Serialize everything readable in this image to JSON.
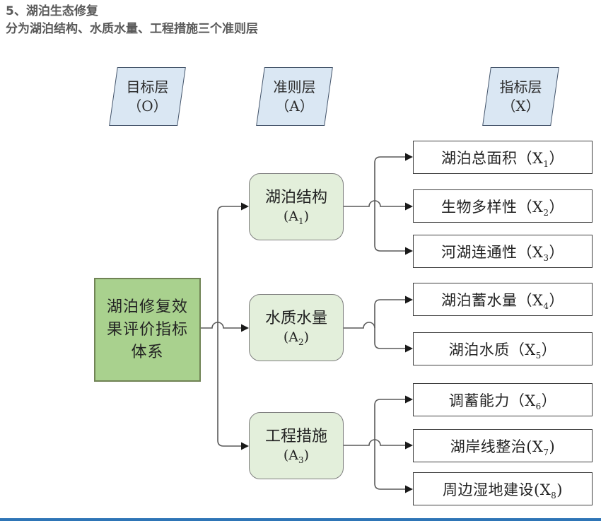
{
  "page": {
    "title": "5、湖泊生态修复",
    "subtitle": "分为湖泊结构、水质水量、工程措施三个准则层"
  },
  "layers": [
    {
      "name": "目标层",
      "code": "（O）"
    },
    {
      "name": "准则层",
      "code": "（A）"
    },
    {
      "name": "指标层",
      "code": "（X）"
    }
  ],
  "goal": {
    "lines": [
      "湖泊修复效",
      "果评价指标",
      "体系"
    ]
  },
  "criteria": [
    {
      "name": "湖泊结构",
      "code_prefix": "(A",
      "code_sub": "1",
      "code_suffix": ")"
    },
    {
      "name": "水质水量",
      "code_prefix": "(A",
      "code_sub": "2",
      "code_suffix": ")"
    },
    {
      "name": "工程措施",
      "code_prefix": "(A",
      "code_sub": "3",
      "code_suffix": ")"
    }
  ],
  "indicators": [
    {
      "name": "湖泊总面积",
      "code_prefix": "（X",
      "code_sub": "1",
      "code_suffix": "）"
    },
    {
      "name": "生物多样性",
      "code_prefix": "（X",
      "code_sub": "2",
      "code_suffix": "）"
    },
    {
      "name": "河湖连通性",
      "code_prefix": "（X",
      "code_sub": "3",
      "code_suffix": "）"
    },
    {
      "name": "湖泊蓄水量",
      "code_prefix": "（X",
      "code_sub": "4",
      "code_suffix": "）"
    },
    {
      "name": "湖泊水质",
      "code_prefix": "（X",
      "code_sub": "5",
      "code_suffix": "）"
    },
    {
      "name": "调蓄能力",
      "code_prefix": "（X",
      "code_sub": "6",
      "code_suffix": "）"
    },
    {
      "name": "湖岸线整治",
      "code_prefix": "(X",
      "code_sub": "7",
      "code_suffix": ")"
    },
    {
      "name": "周边湿地建设",
      "code_prefix": "(X",
      "code_sub": "8",
      "code_suffix": ")"
    }
  ],
  "colors": {
    "title_text": "#595959",
    "layer_box_fill": "#dae7f3",
    "layer_box_border": "#44546a",
    "goal_box_fill": "#a9d18e",
    "goal_box_border": "#708355",
    "criteria_box_fill": "#e3efdb",
    "criteria_box_border": "#7f7f7f",
    "indicator_box_fill": "#ffffff",
    "indicator_box_border": "#3f3f3f",
    "connector_line": "#595959",
    "arrowhead": "#1a1a1a",
    "footer_line": "#2e75b6"
  }
}
